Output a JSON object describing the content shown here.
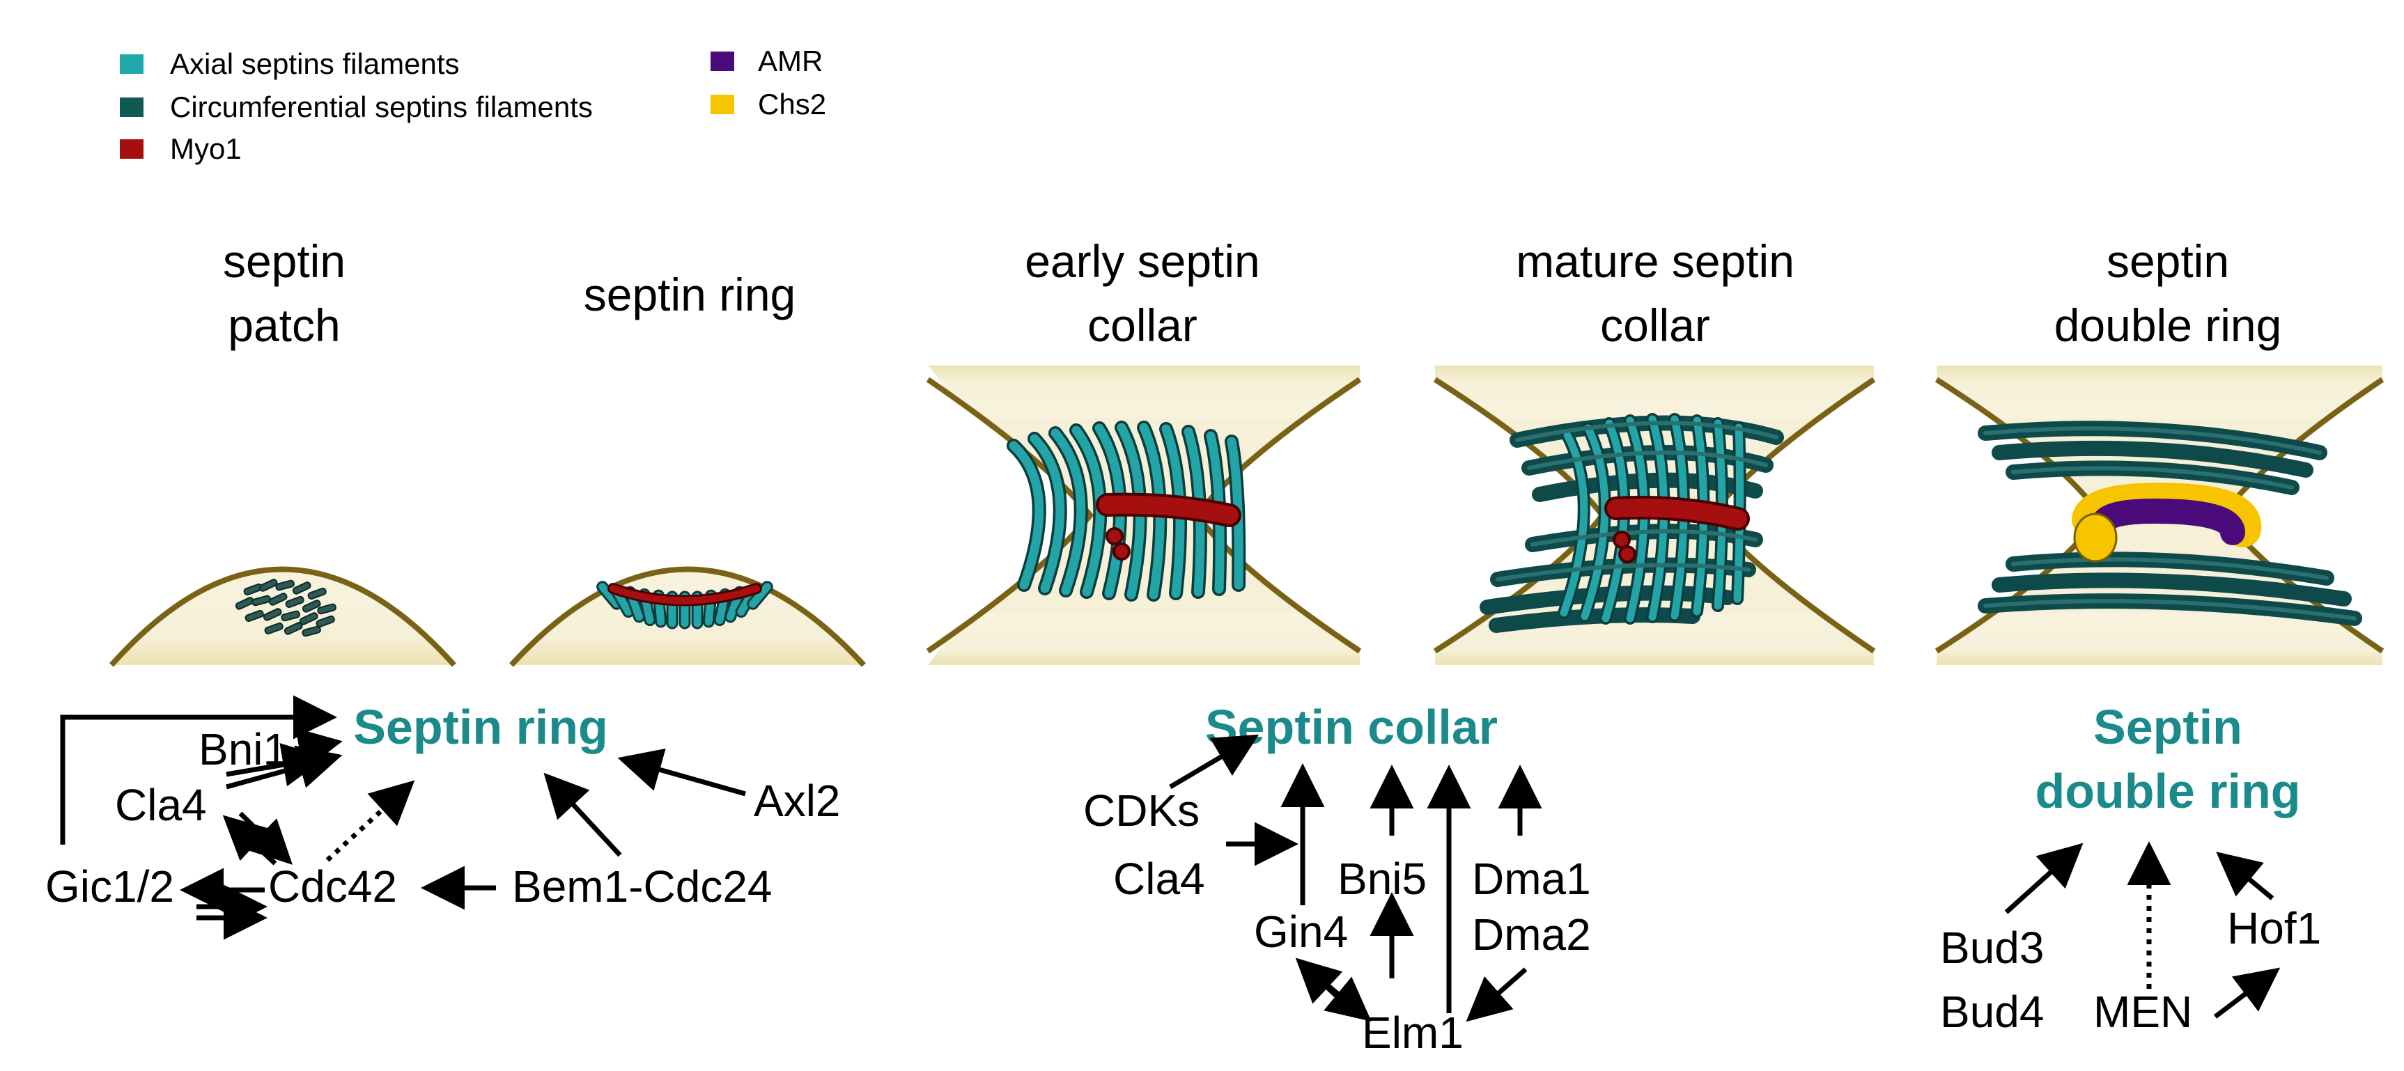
{
  "legend": {
    "items": [
      {
        "label": "Axial septins filaments",
        "color": "#1fa8aa"
      },
      {
        "label": "Circumferential septins filaments",
        "color": "#0f5a55"
      },
      {
        "label": "Myo1",
        "color": "#a50f0f"
      },
      {
        "label": "AMR",
        "color": "#4b0a7a"
      },
      {
        "label": "Chs2",
        "color": "#f6c500"
      }
    ]
  },
  "stages": [
    {
      "line1": "septin",
      "line2": "patch"
    },
    {
      "line1": "septin ring",
      "line2": ""
    },
    {
      "line1": "early septin",
      "line2": "collar"
    },
    {
      "line1": "mature septin",
      "line2": "collar"
    },
    {
      "line1": "septin",
      "line2": "double ring"
    }
  ],
  "networks": {
    "ring": {
      "header": "Septin ring",
      "nodes": {
        "bni1": "Bni1",
        "cla4": "Cla4",
        "gic": "Gic1/2",
        "cdc42": "Cdc42",
        "bem1": "Bem1-Cdc24",
        "axl2": "Axl2"
      }
    },
    "collar": {
      "header": "Septin collar",
      "nodes": {
        "cdks": "CDKs",
        "cla4": "Cla4",
        "gin4": "Gin4",
        "bni5": "Bni5",
        "dma1": "Dma1",
        "dma2": "Dma2",
        "elm1": "Elm1"
      }
    },
    "double": {
      "header_line1": "Septin",
      "header_line2": "double ring",
      "nodes": {
        "bud3": "Bud3",
        "bud4": "Bud4",
        "men": "MEN",
        "hof1": "Hof1"
      }
    }
  },
  "colors": {
    "cytoplasm": "#f3ebc8",
    "membrane": "#7a6215",
    "header_text": "#1a8a8a"
  }
}
